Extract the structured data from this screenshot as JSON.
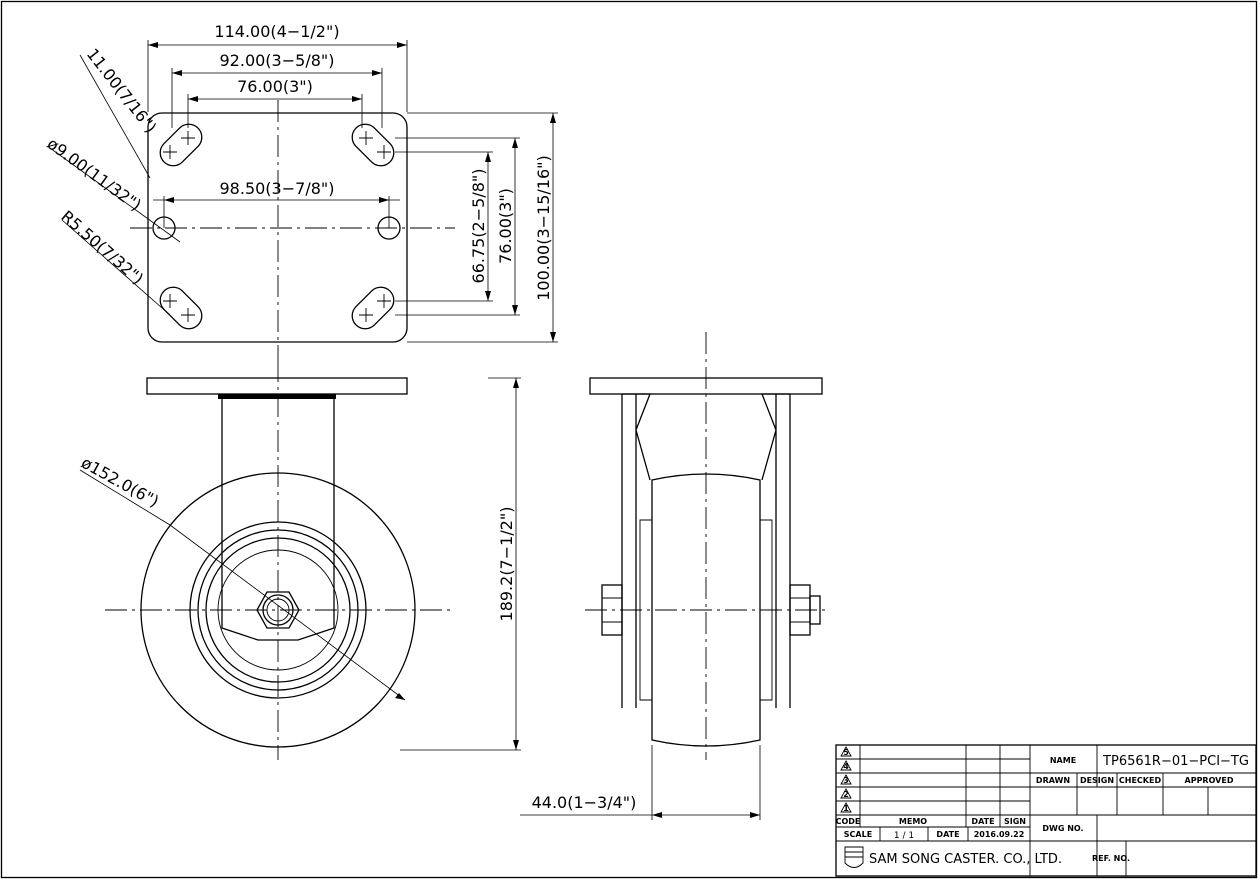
{
  "dimensions": {
    "plate_width": "114.00(4−1/2\")",
    "hole_spacing_outer": "92.00(3−5/8\")",
    "hole_spacing_inner": "76.00(3\")",
    "slot_width": "11.00(7/16\")",
    "hole_diameter": "ø9.00(11/32\")",
    "center_hole_spacing": "98.50(3−7/8\")",
    "slot_radius": "R5.50(7/32\")",
    "vert_spacing_a": "66.75(2−5/8\")",
    "vert_spacing_b": "76.00(3\")",
    "plate_length": "100.00(3−15/16\")",
    "wheel_diameter": "ø152.0(6\")",
    "overall_height": "189.2(7−1/2\")",
    "wheel_width": "44.0(1−3/4\")"
  },
  "title_block": {
    "revisions": [
      "5",
      "4",
      "3",
      "2",
      "1"
    ],
    "code_label": "CODE",
    "memo_label": "MEMO",
    "date_label": "DATE",
    "sign_label": "SIGN",
    "scale_label": "SCALE",
    "scale_value": "1  /  1",
    "date_label2": "DATE",
    "date_value": "2016.09.22",
    "company": "SAM SONG CASTER. CO., LTD.",
    "name_label": "NAME",
    "name_value": "TP6561R−01−PCI−TG",
    "drawn_label": "DRAWN",
    "design_label": "DESIGN",
    "checked_label": "CHECKED",
    "approved_label": "APPROVED",
    "dwg_no_label": "DWG NO.",
    "ref_no_label": "REF. NO."
  }
}
